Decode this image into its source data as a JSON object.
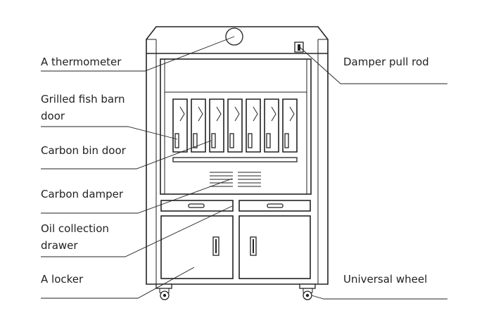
{
  "labels": {
    "thermometer": "A thermometer",
    "fish_door_line1": "Grilled fish barn",
    "fish_door_line2": "door",
    "carbon_bin_door": "Carbon bin door",
    "carbon_damper": "Carbon damper",
    "oil_drawer_line1": "Oil collection",
    "oil_drawer_line2": "drawer",
    "locker": "A locker",
    "damper_pull_rod": "Damper pull rod",
    "universal_wheel": "Universal wheel"
  },
  "colors": {
    "line": "#222222",
    "background": "#ffffff"
  },
  "counts": {
    "fish_doors": 7,
    "vent_slats_per_grille": 5
  }
}
